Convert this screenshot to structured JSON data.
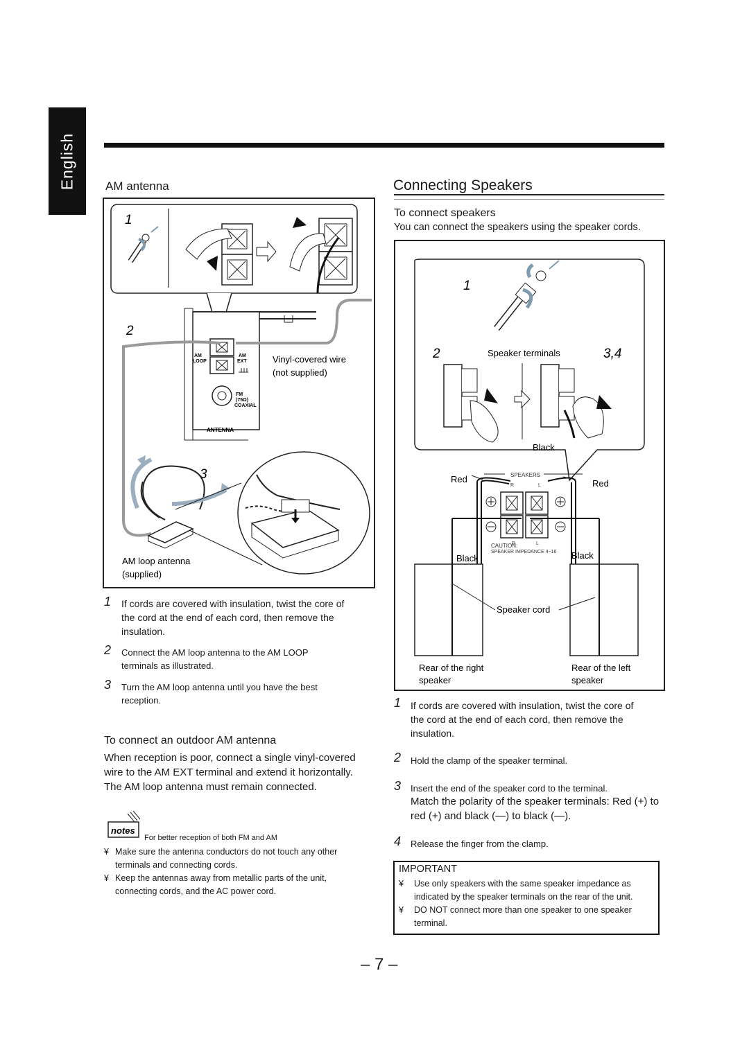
{
  "sidebar": {
    "language_tab": "English"
  },
  "left": {
    "section_title": "AM antenna",
    "figure": {
      "step1": "1",
      "step2": "2",
      "step3": "3",
      "vinyl_label_l1": "Vinyl-covered wire",
      "vinyl_label_l2": "(not supplied)",
      "loop_label_l1": "AM loop antenna",
      "loop_label_l2": "(supplied)",
      "terminal_am": "AM",
      "terminal_loop": "LOOP",
      "terminal_am_ext": "AM",
      "terminal_ext": "EXT",
      "terminal_fm": "FM",
      "terminal_75": "(75Ω)",
      "terminal_coaxial": "COAXIAL",
      "panel_antenna": "ANTENNA"
    },
    "steps": [
      {
        "num": "1",
        "l1": "If cords are covered with insulation, twist the core of",
        "l2": "the cord at the end of each cord, then remove the",
        "l3": "insulation."
      },
      {
        "num": "2",
        "l1": "Connect the AM loop antenna to the AM LOOP",
        "l2": "terminals as illustrated."
      },
      {
        "num": "3",
        "l1": "Turn the AM loop antenna until you have the best",
        "l2": "reception."
      }
    ],
    "outdoor_title": "To connect an outdoor AM antenna",
    "outdoor_l1": "When reception is poor, connect a single vinyl-covered",
    "outdoor_l2": "wire to the AM EXT terminal and extend it horizontally.",
    "outdoor_l3": "The AM loop antenna must remain connected.",
    "notes_icon_text": "notes",
    "notes_header": "For better reception of both FM and AM",
    "notes": [
      {
        "bullet": "¥",
        "l1": "Make sure the antenna conductors do not touch any other",
        "l2": "terminals and connecting cords."
      },
      {
        "bullet": "¥",
        "l1": "Keep the antennas away from metallic parts of the unit,",
        "l2": "connecting cords, and the AC power cord."
      }
    ]
  },
  "right": {
    "title": "Connecting Speakers",
    "subtitle": "To connect speakers",
    "intro": "You can connect the speakers using the speaker cords.",
    "figure": {
      "step1": "1",
      "step2": "2",
      "step34": "3,4",
      "speaker_terminals": "Speaker terminals",
      "black_top": "Black",
      "red_left": "Red",
      "red_right": "Red",
      "speakers_label": "SPEAKERS",
      "r_top": "R",
      "l_top": "L",
      "r_bot": "R",
      "l_bot": "L",
      "caution": "CAUTION:",
      "impedance": "SPEAKER IMPEDANCE 4~16",
      "black_left": "Black",
      "black_right": "Black",
      "speaker_cord": "Speaker cord",
      "rear_right_l1": "Rear of the right",
      "rear_right_l2": "speaker",
      "rear_left_l1": "Rear of the left",
      "rear_left_l2": "speaker"
    },
    "steps": [
      {
        "num": "1",
        "l1": "If cords are covered with insulation, twist the core of",
        "l2": "the cord at the end of each cord, then remove the",
        "l3": "insulation."
      },
      {
        "num": "2",
        "l1": "Hold the clamp of the speaker terminal."
      },
      {
        "num": "3",
        "l1": "Insert the end of the speaker cord to the terminal."
      },
      {
        "num": "4",
        "l1": "Release the finger from the clamp."
      }
    ],
    "polarity_l1": "Match the polarity of the speaker terminals: Red (+) to",
    "polarity_l2": "red (+) and black (—) to black (—).",
    "important_title": "IMPORTANT",
    "important": [
      {
        "bullet": "¥",
        "l1": "Use only speakers with the same speaker impedance as",
        "l2": "indicated by the speaker terminals on the rear of the unit."
      },
      {
        "bullet": "¥",
        "l1": "DO NOT connect more than one speaker to one speaker",
        "l2": "terminal."
      }
    ]
  },
  "page_number": "– 7 –"
}
